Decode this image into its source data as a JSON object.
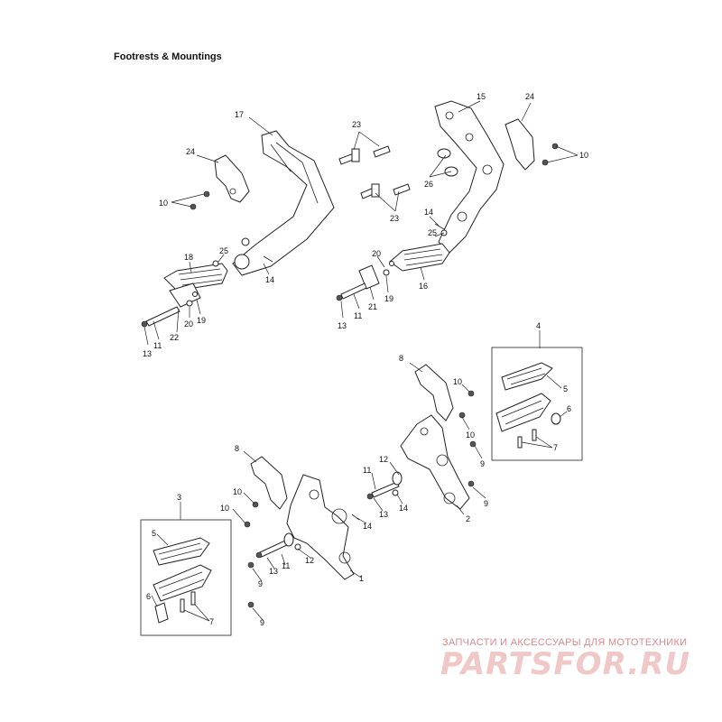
{
  "title": "Footrests & Mountings",
  "watermark": {
    "line1": "ЗАПЧАСТИ И АКСЕССУАРЫ ДЛЯ МОТОТЕХНИКИ",
    "logo": "PARTSFOR.RU"
  },
  "callouts": [
    {
      "id": "c17",
      "label": "17"
    },
    {
      "id": "c24a",
      "label": "24"
    },
    {
      "id": "c10a",
      "label": "10"
    },
    {
      "id": "c18",
      "label": "18"
    },
    {
      "id": "c25a",
      "label": "25"
    },
    {
      "id": "c14a",
      "label": "14"
    },
    {
      "id": "c20a",
      "label": "20"
    },
    {
      "id": "c19a",
      "label": "19"
    },
    {
      "id": "c22",
      "label": "22"
    },
    {
      "id": "c11a",
      "label": "11"
    },
    {
      "id": "c13a",
      "label": "13"
    },
    {
      "id": "c23a",
      "label": "23"
    },
    {
      "id": "c23b",
      "label": "23"
    },
    {
      "id": "c15",
      "label": "15"
    },
    {
      "id": "c24b",
      "label": "24"
    },
    {
      "id": "c10b",
      "label": "10"
    },
    {
      "id": "c26",
      "label": "26"
    },
    {
      "id": "c14b",
      "label": "14"
    },
    {
      "id": "c25b",
      "label": "25"
    },
    {
      "id": "c20b",
      "label": "20"
    },
    {
      "id": "c16",
      "label": "16"
    },
    {
      "id": "c19b",
      "label": "19"
    },
    {
      "id": "c21",
      "label": "21"
    },
    {
      "id": "c11b",
      "label": "11"
    },
    {
      "id": "c13b",
      "label": "13"
    },
    {
      "id": "c4",
      "label": "4"
    },
    {
      "id": "c5a",
      "label": "5"
    },
    {
      "id": "c6a",
      "label": "6"
    },
    {
      "id": "c7a",
      "label": "7"
    },
    {
      "id": "c8a",
      "label": "8"
    },
    {
      "id": "c10c",
      "label": "10"
    },
    {
      "id": "c10d",
      "label": "10"
    },
    {
      "id": "c9a",
      "label": "9"
    },
    {
      "id": "c9b",
      "label": "9"
    },
    {
      "id": "c12a",
      "label": "12"
    },
    {
      "id": "c11c",
      "label": "11"
    },
    {
      "id": "c13c",
      "label": "13"
    },
    {
      "id": "c14c",
      "label": "14"
    },
    {
      "id": "c2",
      "label": "2"
    },
    {
      "id": "c8b",
      "label": "8"
    },
    {
      "id": "c10e",
      "label": "10"
    },
    {
      "id": "c10f",
      "label": "10"
    },
    {
      "id": "c14d",
      "label": "14"
    },
    {
      "id": "c12b",
      "label": "12"
    },
    {
      "id": "c11d",
      "label": "11"
    },
    {
      "id": "c13d",
      "label": "13"
    },
    {
      "id": "c1",
      "label": "1"
    },
    {
      "id": "c9c",
      "label": "9"
    },
    {
      "id": "c9d",
      "label": "9"
    },
    {
      "id": "c3",
      "label": "3"
    },
    {
      "id": "c5b",
      "label": "5"
    },
    {
      "id": "c6b",
      "label": "6"
    },
    {
      "id": "c7b",
      "label": "7"
    }
  ]
}
